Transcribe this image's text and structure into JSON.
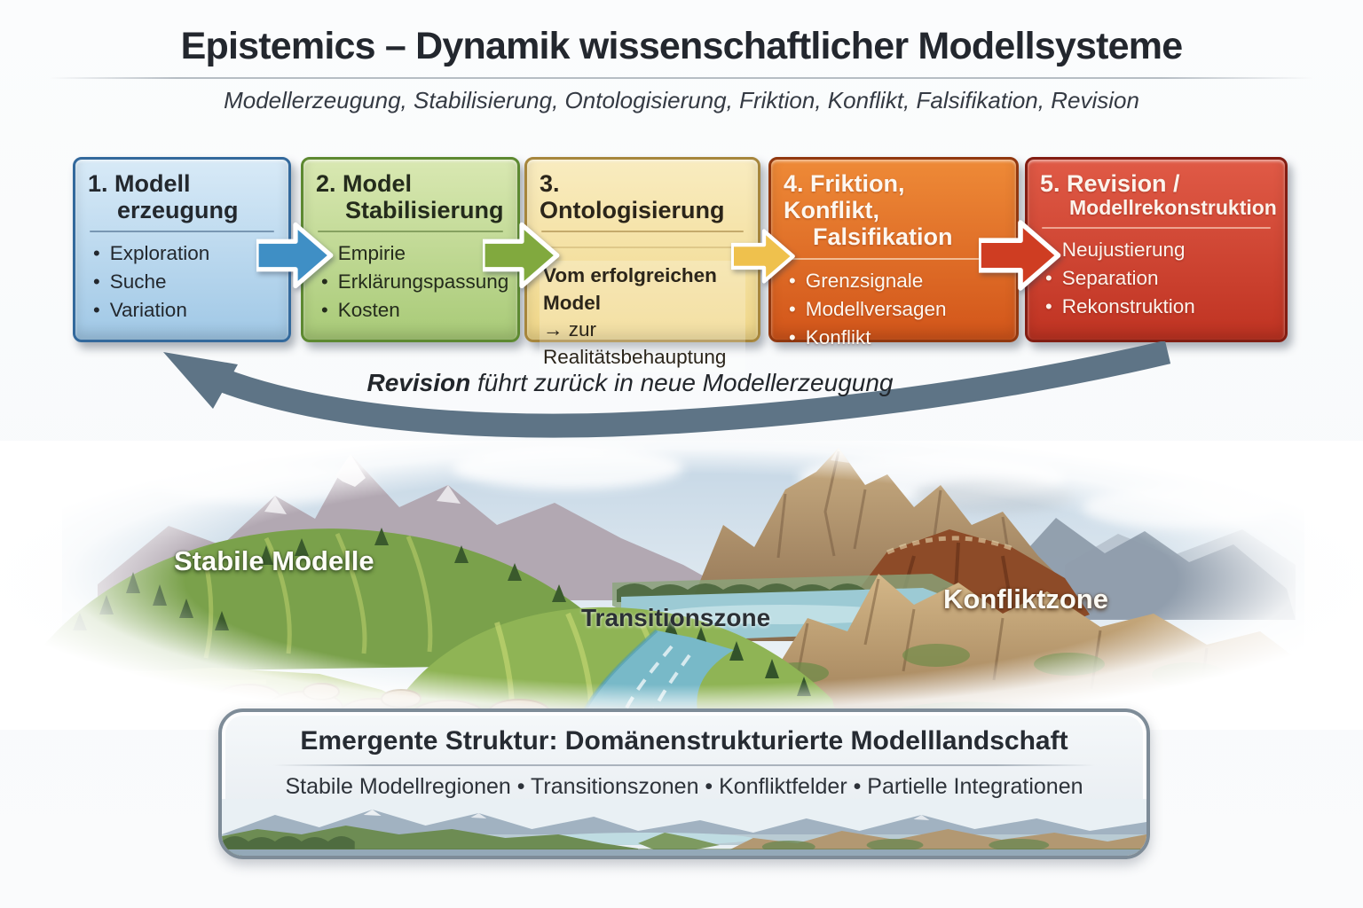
{
  "header": {
    "title": "Epistemics – Dynamik wissenschaftlicher Modellsysteme",
    "subtitle": "Modellerzeugung, Stabilisierung, Ontologisierung, Friktion, Konflikt, Falsifikation, Revision"
  },
  "stages": [
    {
      "header_line1": "1. Modell",
      "header_line2": "erzeugung",
      "items": [
        "Exploration",
        "Suche",
        "Variation"
      ],
      "colors": {
        "top": "#d8eaf7",
        "bottom": "#a0c8e6",
        "border": "#33699c",
        "text": "#23282e",
        "divider": "rgba(45,82,118,0.5)"
      }
    },
    {
      "header_line1": "2. Model",
      "header_line2": "Stabilisierung",
      "items": [
        "Empirie",
        "Erklärungspassung",
        "Kosten"
      ],
      "colors": {
        "top": "#d9e8b2",
        "bottom": "#a8ca77",
        "border": "#5d8931",
        "text": "#242b1c",
        "divider": "rgba(72,102,38,0.5)"
      }
    },
    {
      "header_line1": "3. Ontologisierung",
      "header_line2": "",
      "desc_line1": "Vom erfolgreichen Model",
      "desc_line2": "→ zur Realitätsbehauptung",
      "items": [],
      "colors": {
        "top": "#f9ecc0",
        "bottom": "#f0d789",
        "border": "#a6863d",
        "text": "#2b251a",
        "divider": "rgba(148,114,46,0.5)"
      }
    },
    {
      "header_line1": "4. Friktion, Konflikt,",
      "header_line2": "Falsifikation",
      "items": [
        "Grenzsignale",
        "Modellversagen",
        "Konflikt"
      ],
      "colors": {
        "top": "#ee8a37",
        "bottom": "#d2551a",
        "border": "#91380f",
        "text": "#fdf7ef",
        "divider": "rgba(255,240,220,0.6)"
      }
    },
    {
      "header_line1": "5. Revision /",
      "header_line2": "Modellrekonstruktion",
      "items": [
        "Neujustierung",
        "Separation",
        "Rekonstruktion"
      ],
      "colors": {
        "top": "#e05a46",
        "bottom": "#bf3322",
        "border": "#821d12",
        "text": "#fcf3ec",
        "divider": "rgba(255,221,203,0.6)"
      }
    }
  ],
  "flow_arrows": [
    {
      "from": "1",
      "to": "2",
      "color": "#3f8fc5"
    },
    {
      "from": "2",
      "to": "3",
      "color": "#81a93e"
    },
    {
      "from": "3",
      "to": "4",
      "color": "#efc14d"
    },
    {
      "from": "4",
      "to": "5",
      "color": "#cf3d22"
    }
  ],
  "feedback_arrow": {
    "label_bold": "Revision",
    "label_rest": " führt zurück in neue Modellerzeugung",
    "color": "#5e7486"
  },
  "landscape_labels": {
    "left": "Stabile Modelle",
    "center": "Transitionszone",
    "right": "Konfliktzone"
  },
  "bottom_panel": {
    "title": "Emergente Struktur: Domänenstrukturierte Modelllandschaft",
    "subtitle": "Stabile Modellregionen • Transitionszonen • Konfliktfelder • Partielle Integrationen"
  }
}
